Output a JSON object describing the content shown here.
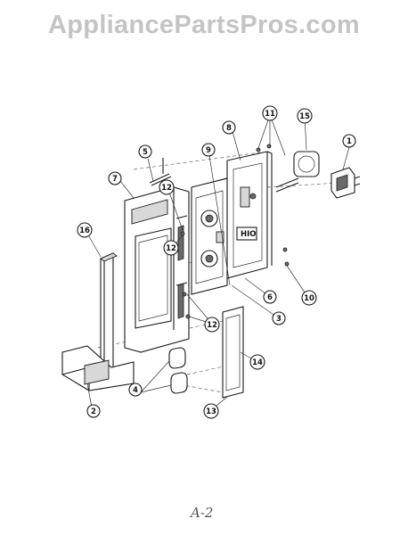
{
  "watermark": "AppliancePartsPros.com",
  "page_label": "A-2",
  "callouts": [
    "1",
    "2",
    "3",
    "4",
    "5",
    "6",
    "7",
    "8",
    "9",
    "10",
    "11",
    "12",
    "12",
    "12",
    "13",
    "14",
    "15",
    "16"
  ]
}
